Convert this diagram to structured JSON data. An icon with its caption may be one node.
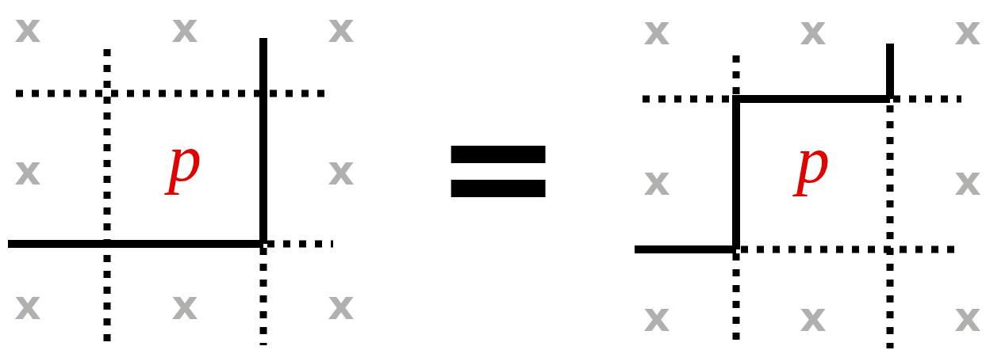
{
  "diagram": {
    "labels": [
      "x",
      "x",
      "x",
      "x",
      "x",
      "x",
      "x",
      "p",
      "x",
      "=",
      "x",
      "p",
      "x",
      "x",
      "x",
      "x",
      "x",
      "x",
      "x"
    ]
  }
}
